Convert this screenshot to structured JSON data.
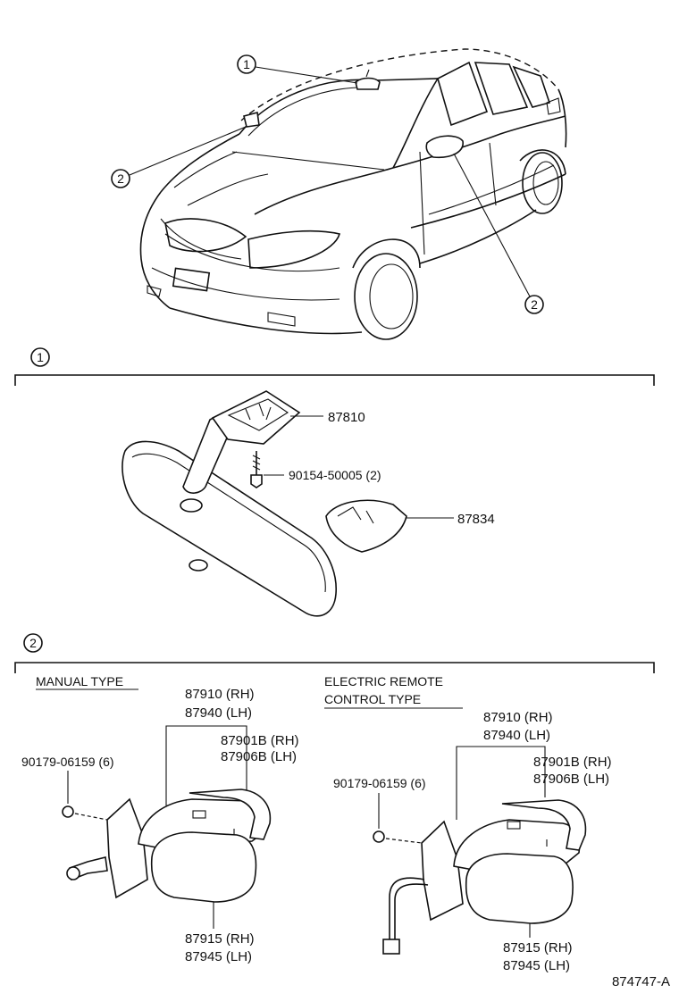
{
  "callouts": {
    "one": "1",
    "two": "2"
  },
  "section1": {
    "parts": {
      "bracket": "87810",
      "screw": "90154-50005 (2)",
      "cover": "87834"
    }
  },
  "section2": {
    "manual": {
      "heading": "MANUAL TYPE",
      "mirror_assy_rh": "87910 (RH)",
      "mirror_assy_lh": "87940 (LH)",
      "outer_cover_rh": "87901B (RH)",
      "outer_cover_lh": "87906B (LH)",
      "plug": "90179-06159 (6)",
      "mirror_rh": "87915 (RH)",
      "mirror_lh": "87945 (LH)"
    },
    "electric": {
      "heading_line1": "ELECTRIC REMOTE",
      "heading_line2": "CONTROL TYPE",
      "mirror_assy_rh": "87910 (RH)",
      "mirror_assy_lh": "87940 (LH)",
      "outer_cover_rh": "87901B (RH)",
      "outer_cover_lh": "87906B (LH)",
      "plug": "90179-06159 (6)",
      "mirror_rh": "87915 (RH)",
      "mirror_lh": "87945 (LH)"
    }
  },
  "footer": {
    "diagram_code": "874747-A"
  }
}
